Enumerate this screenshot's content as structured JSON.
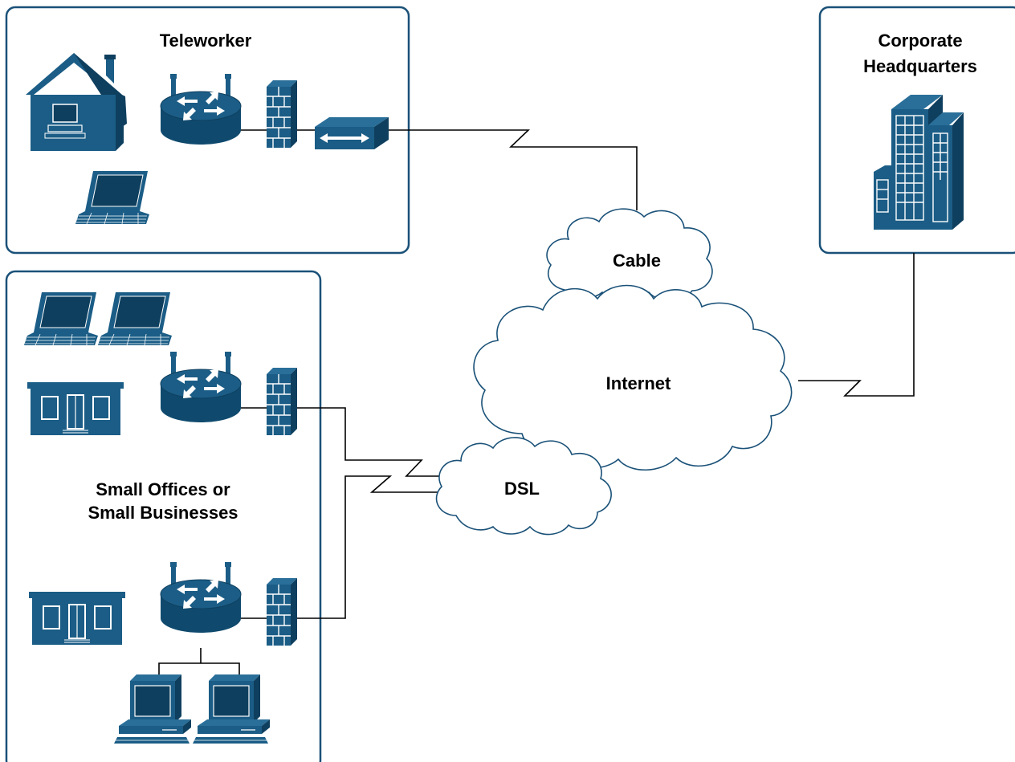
{
  "labels": {
    "teleworker": "Teleworker",
    "corporate_line1": "Corporate",
    "corporate_line2": "Headquarters",
    "small_offices_line1": "Small Offices or",
    "small_offices_line2": "Small Businesses",
    "cable": "Cable",
    "internet": "Internet",
    "dsl": "DSL"
  },
  "colors": {
    "device_fill": "#1b5d86",
    "device_dark": "#0f3f5e",
    "panel_border": "#1a5178",
    "wire": "#000000"
  },
  "icons": [
    "house-icon",
    "router-icon",
    "firewall-icon",
    "cable-modem-icon",
    "laptop-icon",
    "building-icon",
    "office-icon",
    "desktop-computer-icon",
    "cloud-icon"
  ]
}
